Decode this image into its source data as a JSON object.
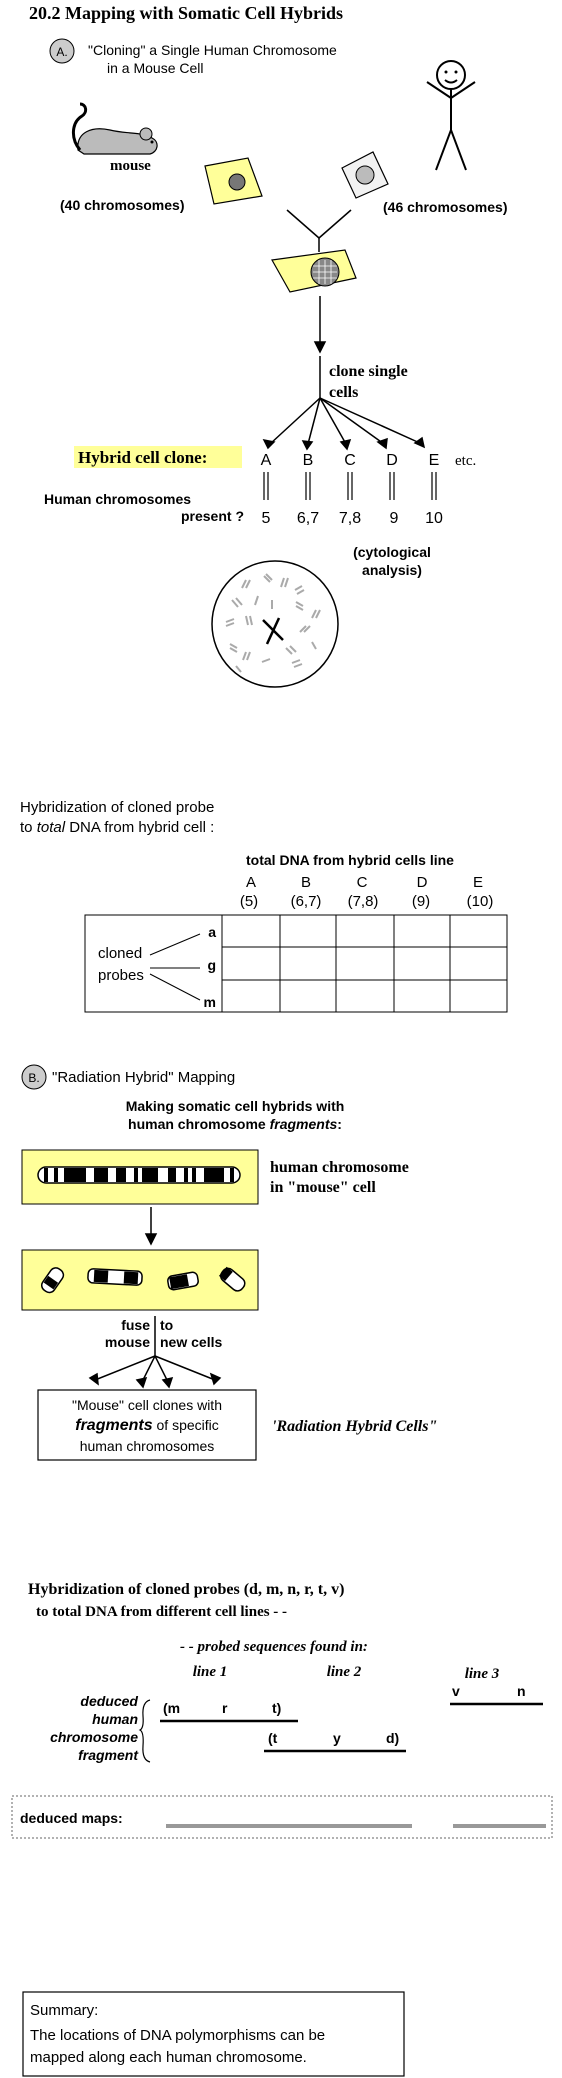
{
  "title": "20.2  Mapping with Somatic Cell Hybrids",
  "partA": {
    "badge": "A.",
    "heading_line1": "\"Cloning\" a Single Human Chromosome",
    "heading_line2": "in a Mouse Cell",
    "mouse_label": "mouse",
    "mouse_chromosomes": "(40 chromosomes)",
    "human_chromosomes": "(46 chromosomes)",
    "clone_line1": "clone single",
    "clone_line2": "cells",
    "hybrid_label": "Hybrid cell clone:",
    "clones": [
      "A",
      "B",
      "C",
      "D",
      "E"
    ],
    "etc": "etc.",
    "present_line1": "Human chromosomes",
    "present_line2": "present ?",
    "present_values": [
      "5",
      "6,7",
      "7,8",
      "9",
      "10"
    ],
    "cyto_line1": "(cytological",
    "cyto_line2": "analysis)",
    "hybrid_highlight_color": "#ffff99",
    "cell_color": "#ffff99"
  },
  "hybridization1": {
    "line1": "Hybridization of cloned probe",
    "line2_pre": "to ",
    "line2_em": "total",
    "line2_post": " DNA from hybrid cell :",
    "table_title": "total DNA from hybrid cells line",
    "columns": [
      {
        "letter": "A",
        "chrom": "(5)"
      },
      {
        "letter": "B",
        "chrom": "(6,7)"
      },
      {
        "letter": "C",
        "chrom": "(7,8)"
      },
      {
        "letter": "D",
        "chrom": "(9)"
      },
      {
        "letter": "E",
        "chrom": "(10)"
      }
    ],
    "rows": [
      "a",
      "g",
      "m"
    ],
    "cloned_label1": "cloned",
    "cloned_label2": "probes"
  },
  "partB": {
    "badge": "B.",
    "heading": "\"Radiation Hybrid\" Mapping",
    "sub_line1": "Making somatic cell hybrids with",
    "sub_line2_pre": "human chromosome ",
    "sub_line2_em": "fragments",
    "sub_line2_post": ":",
    "chrom_label1": "human chromosome",
    "chrom_label2": "in \"mouse\" cell",
    "fuse_left1": "fuse",
    "fuse_left2": "mouse",
    "fuse_right1": "to",
    "fuse_right2": "new cells",
    "box_line1": "\"Mouse\" cell clones with",
    "box_line2_em": "fragments",
    "box_line2_post": " of specific",
    "box_line3": "human chromosomes",
    "rh_cells": "'Radiation Hybrid Cells\""
  },
  "hybridization2": {
    "line1": "Hybridization of cloned probes (d, m, n, r, t, v)",
    "line2": "to total DNA from different cell lines - -",
    "probed": "- - probed sequences found in:",
    "lines": [
      "line 1",
      "line 2",
      "line 3"
    ],
    "deduced_line1": "deduced",
    "deduced_line2": "human",
    "deduced_line3": "chromosome",
    "deduced_line4": "fragment",
    "frag1": [
      "(m",
      "r",
      "t)"
    ],
    "frag2": [
      "(t",
      "y",
      "d)"
    ],
    "frag3": [
      "v",
      "n"
    ],
    "maps_label": "deduced maps:"
  },
  "summary": {
    "heading": "Summary:",
    "line1": "The locations of DNA polymorphisms can be",
    "line2": "mapped along each human chromosome."
  }
}
